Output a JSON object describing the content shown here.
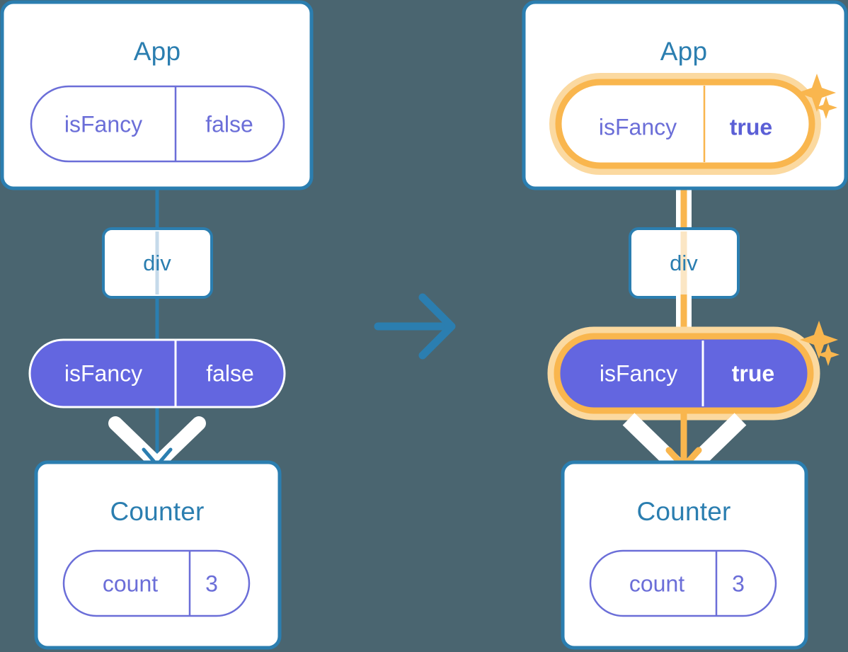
{
  "diagram": {
    "type": "react-state-propagation",
    "description": "Two component trees side by side connected by a right arrow, showing isFancy changing from false to true",
    "transition_icon": "right-arrow-icon",
    "colors": {
      "background": "#4a6570",
      "box_border": "#2b7eb0",
      "box_fill": "#ffffff",
      "title_text": "#2b7eb0",
      "pill_outline": "#6b6ed8",
      "pill_solid_fill": "#6366e0",
      "pill_solid_text": "#ffffff",
      "highlight": "#f9b64e",
      "highlight_glow": "#fbd9a0",
      "arrow_white": "#ffffff",
      "arrow_blue": "#2b7eb0",
      "arrow_orange": "#f9b64e"
    },
    "panels": [
      {
        "id": "before",
        "app": {
          "title": "App",
          "pill": {
            "key": "isFancy",
            "value": "false",
            "style": "outline",
            "highlighted": false
          }
        },
        "div": {
          "label": "div"
        },
        "prop_pill": {
          "key": "isFancy",
          "value": "false",
          "style": "solid",
          "highlighted": false
        },
        "counter": {
          "title": "Counter",
          "pill": {
            "key": "count",
            "value": "3",
            "style": "outline",
            "highlighted": false
          }
        },
        "sparkles": []
      },
      {
        "id": "after",
        "app": {
          "title": "App",
          "pill": {
            "key": "isFancy",
            "value": "true",
            "style": "outline",
            "highlighted": true
          }
        },
        "div": {
          "label": "div"
        },
        "prop_pill": {
          "key": "isFancy",
          "value": "true",
          "style": "solid",
          "highlighted": true
        },
        "counter": {
          "title": "Counter",
          "pill": {
            "key": "count",
            "value": "3",
            "style": "outline",
            "highlighted": false
          }
        },
        "sparkles": [
          "sparkle-large-icon",
          "sparkle-small-icon"
        ]
      }
    ]
  }
}
